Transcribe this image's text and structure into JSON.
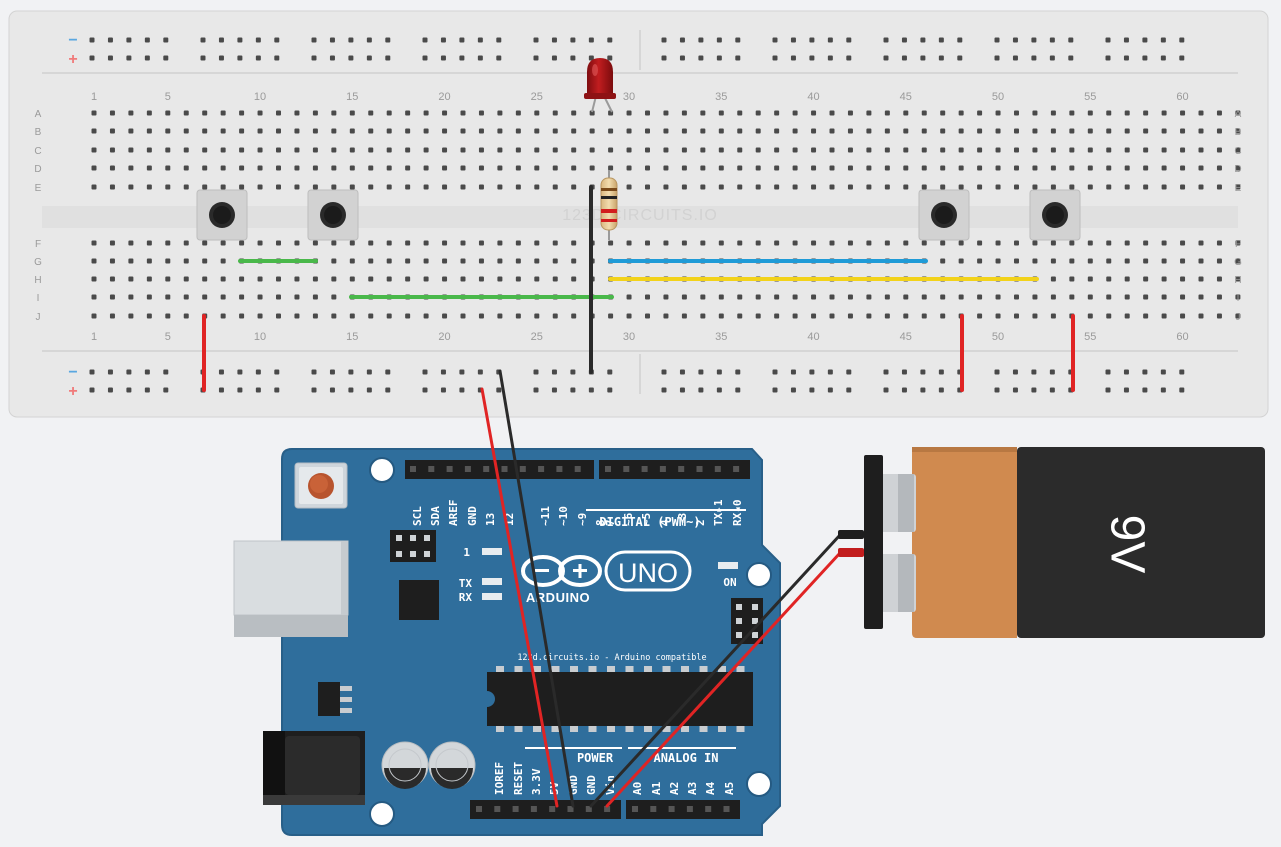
{
  "breadboard": {
    "watermark": "123D CIRCUITS.IO",
    "rows_top": [
      "A",
      "B",
      "C",
      "D",
      "E"
    ],
    "rows_bottom": [
      "F",
      "G",
      "H",
      "I",
      "J"
    ],
    "column_numbers": [
      "1",
      "5",
      "10",
      "15",
      "20",
      "25",
      "30",
      "35",
      "40",
      "45",
      "50",
      "55",
      "60"
    ],
    "rail_minus": "−",
    "rail_plus": "+"
  },
  "arduino": {
    "logo_text": "ARDUINO",
    "model": "UNO",
    "digital_label": "DIGITAL (PWM~)",
    "power_label": "POWER",
    "analog_label": "ANALOG IN",
    "on_label": "ON",
    "tx_label": "TX",
    "rx_label": "RX",
    "l_label": "1",
    "compat_text": "123d.circuits.io - Arduino compatible",
    "top_pins": [
      "SCL",
      "SDA",
      "AREF",
      "GND",
      "13",
      "12",
      "~11",
      "~10",
      "~9",
      "8",
      "7",
      "~6",
      "~5",
      "4",
      "~3",
      "2",
      "TX▸1",
      "RX◂0"
    ],
    "power_pins": [
      "IOREF",
      "RESET",
      "3.3V",
      "5V",
      "GND",
      "GND",
      "Vin"
    ],
    "analog_pins": [
      "A0",
      "A1",
      "A2",
      "A3",
      "A4",
      "A5"
    ]
  },
  "battery": {
    "label": "9V"
  },
  "colors": {
    "board": "#2f6e9c",
    "wire_red": "#e02424",
    "wire_black": "#2a2a2a",
    "wire_green": "#49b84a",
    "wire_blue": "#1f9bd7",
    "wire_yellow": "#f2d21a",
    "led": "#b0181a",
    "battery_orange": "#d08a4f"
  }
}
